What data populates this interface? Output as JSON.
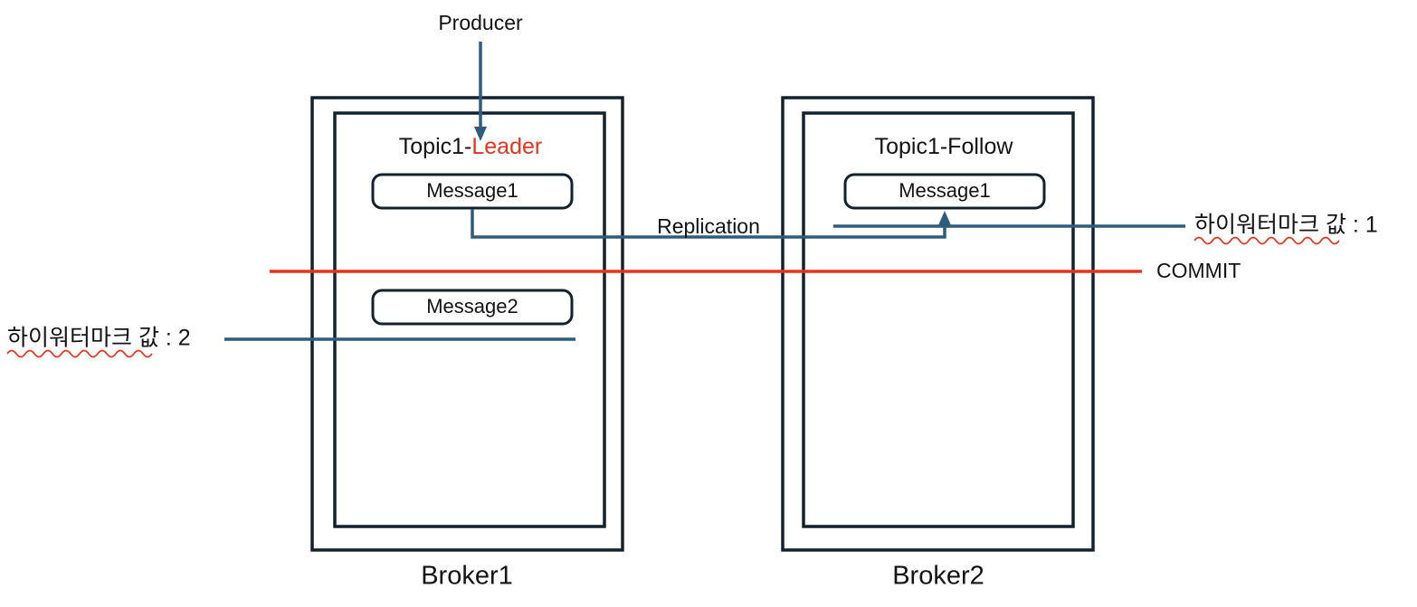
{
  "diagram": {
    "title_producer": "Producer",
    "replication_label": "Replication",
    "commit_label": "COMMIT",
    "highwatermark_right": "하이워터마크 값 : 1",
    "highwatermark_left": "하이워터마크 값 : 2",
    "colors": {
      "box_border": "#11222e",
      "connector": "#2e5c7e",
      "commit": "#e8331c",
      "accent_text": "#e8331c",
      "text": "#131313",
      "background": "#ffffff"
    },
    "brokers": [
      {
        "name": "Broker1",
        "partition_prefix": "Topic1-",
        "partition_role": "Leader",
        "role_is_accent": true,
        "messages": [
          "Message1",
          "Message2"
        ]
      },
      {
        "name": "Broker2",
        "partition_prefix": "Topic1-",
        "partition_role": "Follow",
        "role_is_accent": false,
        "messages": [
          "Message1"
        ]
      }
    ]
  }
}
